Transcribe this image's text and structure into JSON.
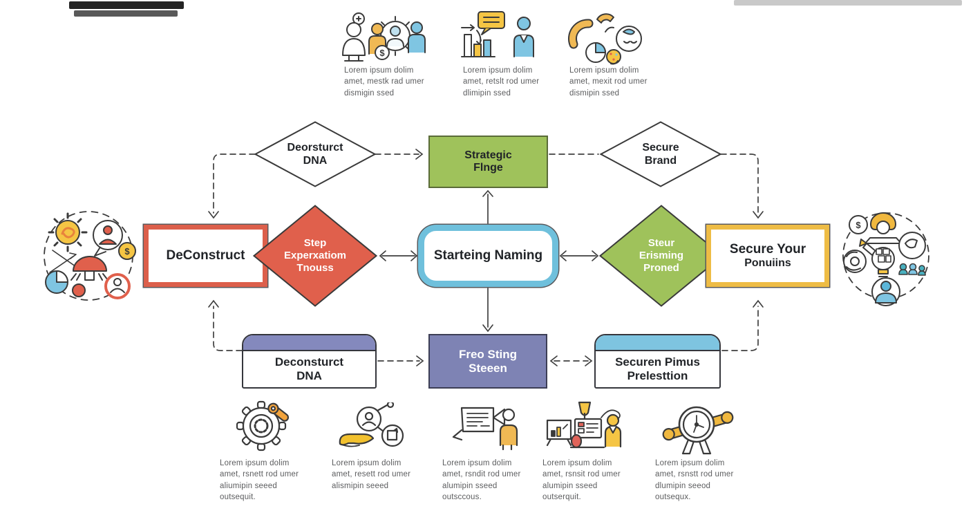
{
  "colors": {
    "red": "#e0604c",
    "red_border": "#dc5f4b",
    "green": "#9fc25b",
    "green_border": "#5a6b38",
    "blue_border": "#6fc0dc",
    "yellow_border": "#eebc45",
    "purple": "#7e83b4",
    "purple_band": "#8489bd",
    "sky_band": "#7ec4e0",
    "line": "#3f3f3f",
    "yellow": "#f0b954"
  },
  "decor": {
    "dollar": "$"
  },
  "top_items": [
    {
      "icon": "team-gear-icon",
      "lines": [
        "Lorem ipsum dolim",
        "amet, mestk rad umer",
        "dismigin ssed"
      ]
    },
    {
      "icon": "chart-speech-person-icon",
      "lines": [
        "Lorem ipsum dolim",
        "amet, retslt rod umer",
        "dlimipin ssed"
      ]
    },
    {
      "icon": "phone-pie-gear-icon",
      "lines": [
        "Lorem ipsum dolim",
        "amet, mexit rod umer",
        "dismipin ssed"
      ]
    }
  ],
  "flow": {
    "deorsturct_dna": {
      "line1": "Deorsturct",
      "line2": "DNA"
    },
    "strategic_flnge": {
      "line1": "Strategic",
      "line2": "Flnge"
    },
    "secure_brand": {
      "line1": "Secure",
      "line2": "Brand"
    },
    "deconstruct": {
      "label": "DeConstruct"
    },
    "step_expexatiom": {
      "line1": "Step",
      "line2": "Experxatiom",
      "line3": "Tnouss"
    },
    "starteing_naming": {
      "label": "Starteing Naming"
    },
    "steur_erisming": {
      "line1": "Steur",
      "line2": "Erisming",
      "line3": "Proned"
    },
    "secure_your_ponuiins": {
      "line1": "Secure Your",
      "line2": "Ponuiins"
    },
    "deconsturct_dna": {
      "line1": "Deconsturct",
      "line2": "DNA"
    },
    "freo_sting_steeen": {
      "line1": "Freo Sting",
      "line2": "Steeen"
    },
    "securen_pimus": {
      "line1": "Securen Pimus",
      "line2": "Prelesttion"
    }
  },
  "bottom_items": [
    {
      "icon": "helm-wrench-icon",
      "lines": [
        "Lorem ipsum dolim",
        "amet, rsnett rod umer",
        "aliumipin seeed",
        "outsequit."
      ]
    },
    {
      "icon": "hand-magnifier-icon",
      "lines": [
        "Lorem ipsum dolim",
        "amet, resett rod umer",
        "alismipin seeed",
        ""
      ]
    },
    {
      "icon": "document-speech-person-icon",
      "lines": [
        "Lorem ipsum dolim",
        "amet, rsndit rod umer",
        "alumipin sseed",
        "outsccous."
      ]
    },
    {
      "icon": "kiosk-presenter-icon",
      "lines": [
        "Lorem ipsum dolim",
        "amet, rsnsit rod umer",
        "alumipin sseed",
        "outserquit."
      ]
    },
    {
      "icon": "clock-helm-icon",
      "lines": [
        "Lorem ipsum dolim",
        "amet, rsnstt rod umer",
        "dlumipin seeod",
        "outsequx."
      ]
    }
  ]
}
